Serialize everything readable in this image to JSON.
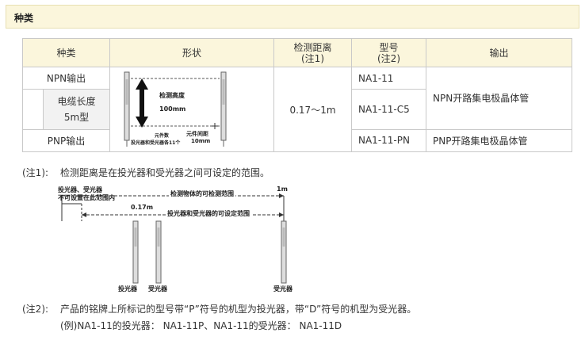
{
  "section": {
    "title": "种类"
  },
  "table": {
    "headers": {
      "type": "种类",
      "shape": "形状",
      "distance": "检测距离",
      "distance_note": "(注1)",
      "model": "型号",
      "model_note": "(注2)",
      "output": "输出"
    },
    "rows": {
      "npn_label": "NPN输出",
      "cable_label_1": "电缆长度",
      "cable_label_2": "5m型",
      "pnp_label": "PNP输出",
      "distance_value": "0.17～1m",
      "model_1": "NA1-11",
      "model_2": "NA1-11-C5",
      "model_3": "NA1-11-PN",
      "output_npn": "NPN开路集电极晶体管",
      "output_pnp": "PNP开路集电极晶体管"
    },
    "figure": {
      "height_label_1": "检测高度",
      "height_label_2": "100mm",
      "count_label_1": "元件数",
      "count_label_2": "投光器和受光器各11个",
      "pitch_label_1": "元件间距",
      "pitch_label_2": "10mm"
    }
  },
  "note1": {
    "marker": "(注1):",
    "text": "检测距离是在投光器和受光器之间可设定的范围。",
    "diagram": {
      "label_unset_1": "投光器、受光器",
      "label_unset_2": "不可设置在此范围内",
      "label_detect": "检测物体的可检测范围",
      "label_1m": "1m",
      "label_017": "0.17m",
      "label_settable": "投光器和受光器的可设定范围",
      "label_emitter_1": "投光器",
      "label_receiver_1": "受光器",
      "label_receiver_2": "受光器"
    }
  },
  "note2": {
    "marker": "(注2):",
    "text": "产品的铭牌上所标记的型号带“P”符号的机型为投光器，带“D”符号的机型为受光器。",
    "example": "(例)NA1-11的投光器： NA1-11P、NA1-11的受光器： NA1-11D"
  }
}
